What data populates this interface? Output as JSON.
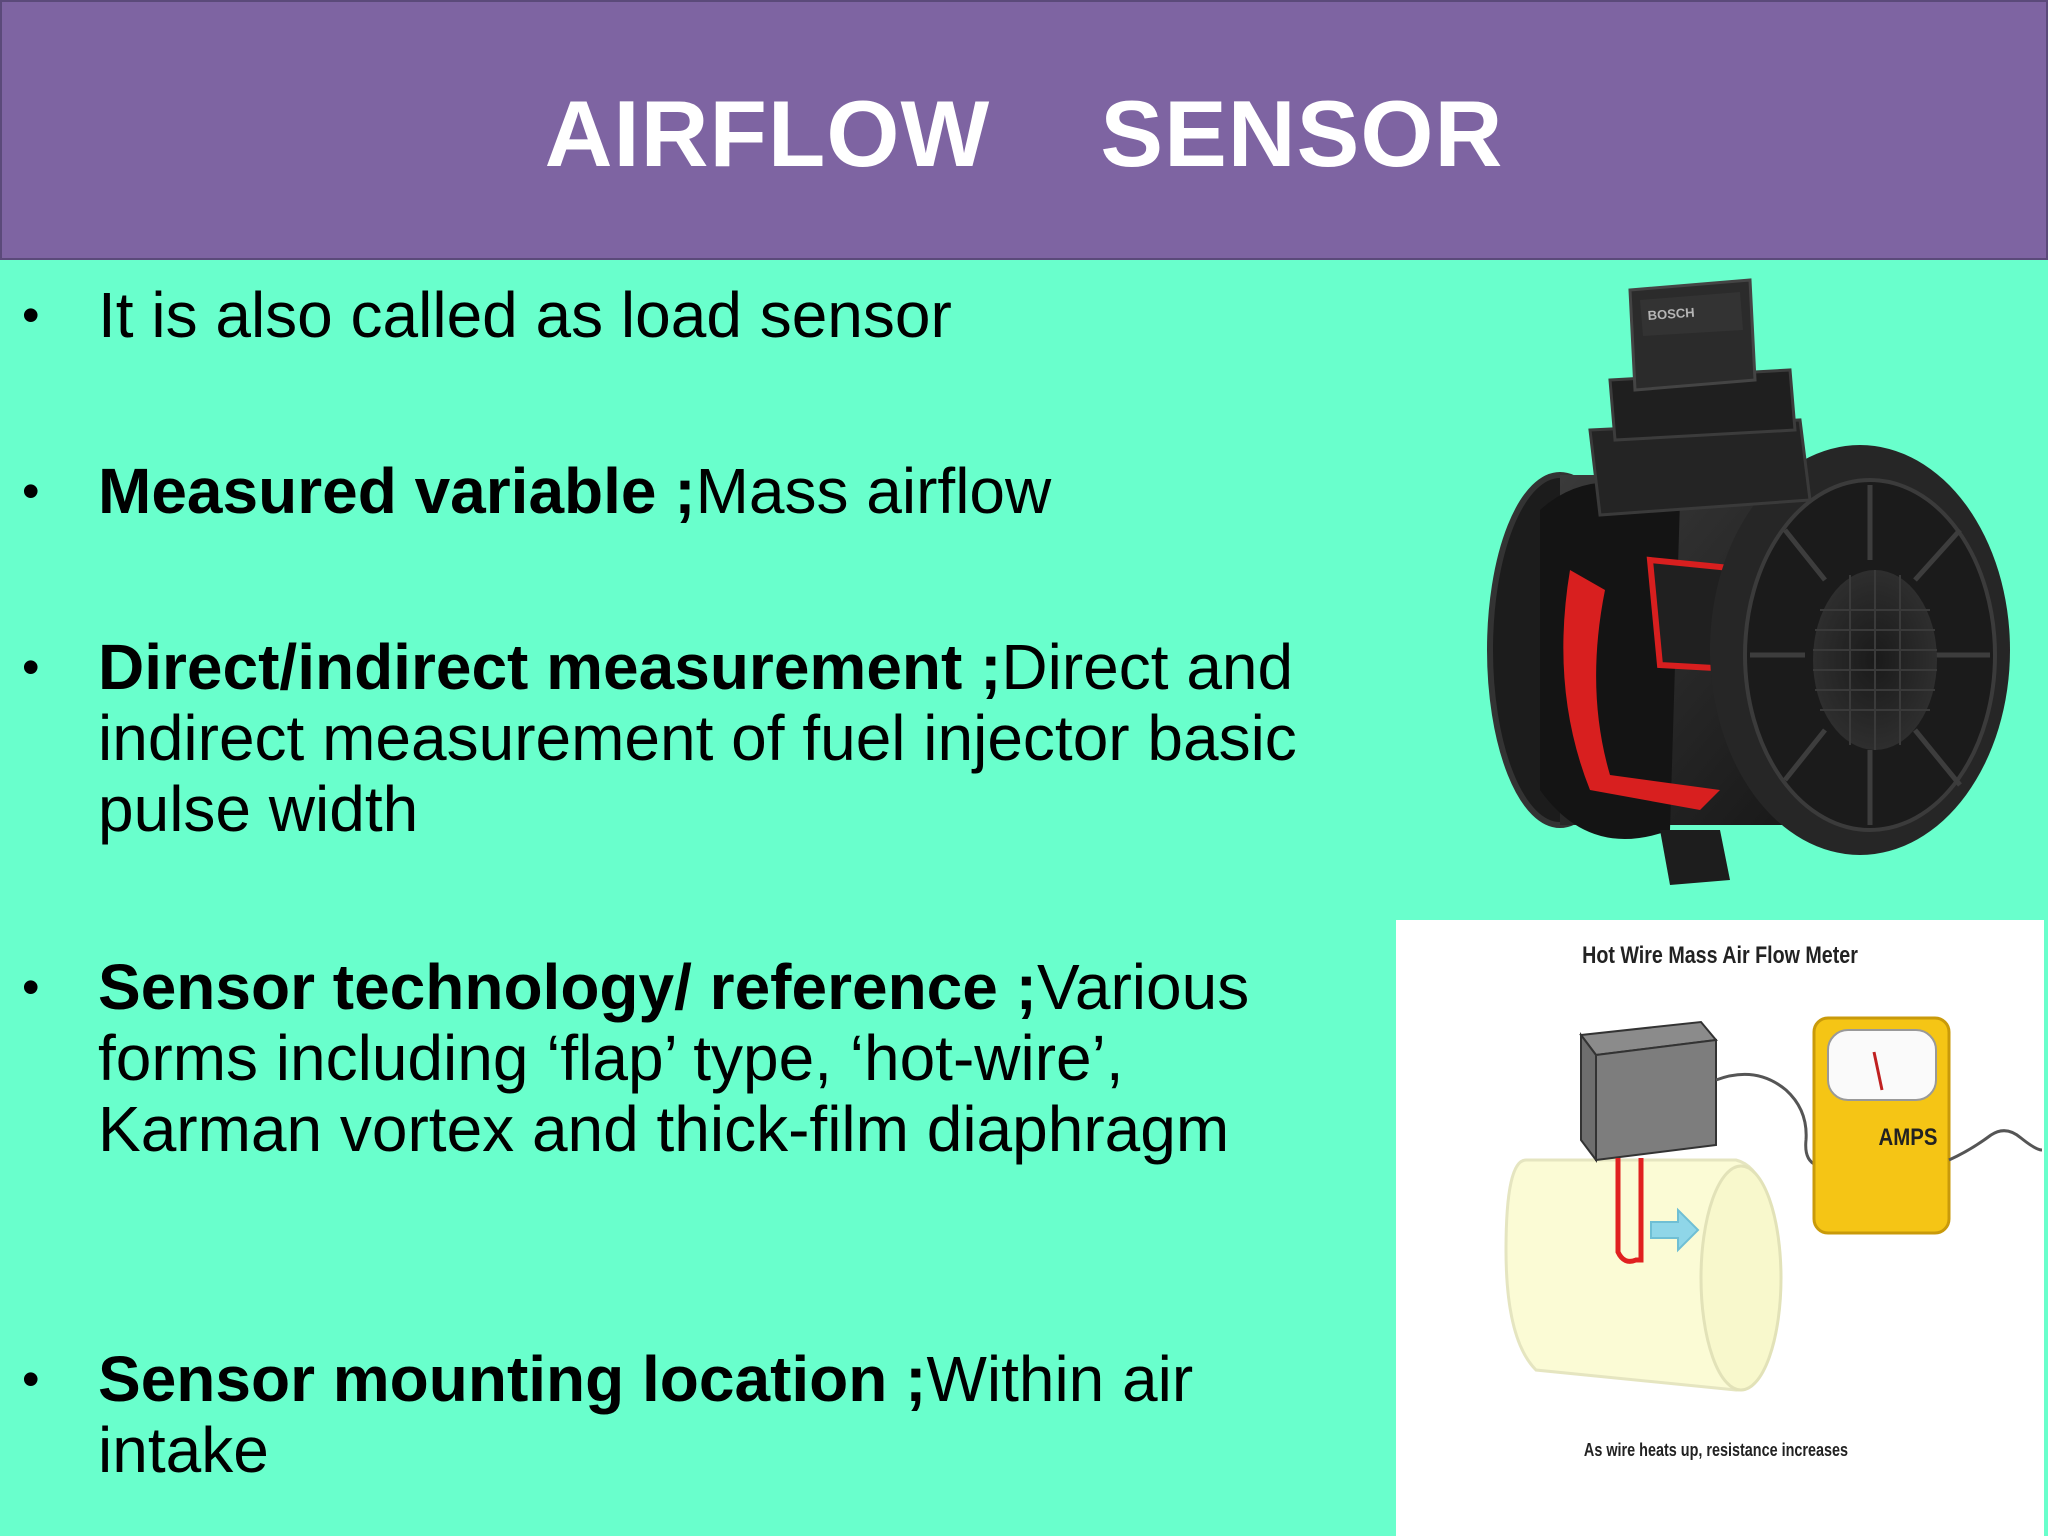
{
  "slide": {
    "title": "AIRFLOW  SENSOR",
    "bullets": [
      {
        "bold": "",
        "text": "It is also called as load sensor"
      },
      {
        "bold": "Measured variable ;",
        "text": "Mass airflow"
      },
      {
        "bold": "Direct/indirect measurement ;",
        "text": "Direct and indirect measurement of fuel injector basic pulse width"
      },
      {
        "bold": "Sensor technology/ reference ;",
        "text": "Various forms including ‘flap’ type, ‘hot-wire’, Karman vortex and thick-film diaphragm"
      },
      {
        "bold": "Sensor mounting location ;",
        "text": "Within air intake"
      }
    ]
  },
  "diagram": {
    "title": "Hot Wire Mass Air Flow Meter",
    "meter_label": "AMPS",
    "caption": "As wire heats up, resistance increases"
  },
  "photo": {
    "brand_text": "BOSCH"
  },
  "colors": {
    "background": "#69ffcc",
    "title_bar": "#7e64a2",
    "title_text": "#ffffff",
    "accent_red": "#d81f1f",
    "meter_yellow": "#f5c515"
  }
}
